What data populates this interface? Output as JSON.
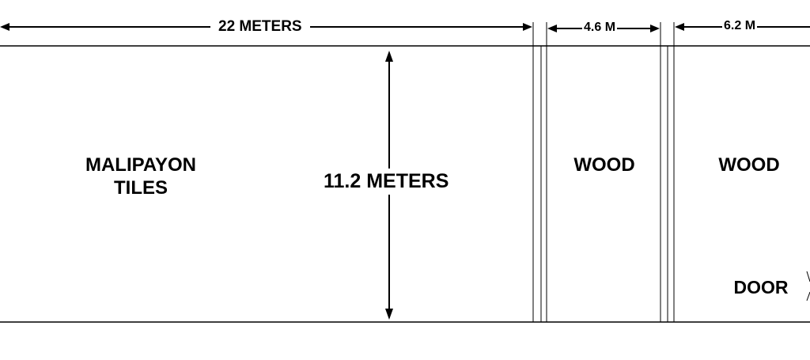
{
  "dimensions": {
    "total_width": "22 METERS",
    "room2_width": "4.6 M",
    "room3_width": "6.2 M",
    "height": "11.2 METERS"
  },
  "rooms": {
    "room1_line1": "MALIPAYON",
    "room1_line2": "TILES",
    "room2": "WOOD",
    "room3": "WOOD"
  },
  "door_label": "DOOR"
}
